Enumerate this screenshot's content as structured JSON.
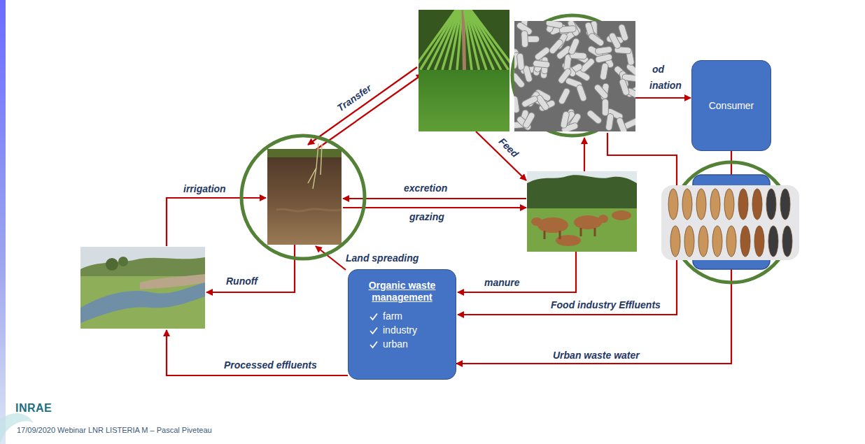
{
  "diagram": {
    "nodes": [
      {
        "text": [
          "Consumer"
        ]
      },
      {
        "text": [
          "Organic waste management",
          "farm",
          "industry",
          "urban"
        ]
      }
    ],
    "edges": [
      {
        "from": 0,
        "to": 1,
        "label": "Urban waste water",
        "arrow": "to"
      }
    ],
    "labels": [
      "Transfer",
      "od",
      "ination",
      "Feed",
      "irrigation",
      "excretion",
      "grazing",
      "Land spreading",
      "Runoff",
      "manure",
      "Food industry Effluents",
      "Processed effluents",
      "INRAE",
      "17/09/2020 Webinar LNR LISTERIA M – Pascal Piveteau"
    ]
  }
}
